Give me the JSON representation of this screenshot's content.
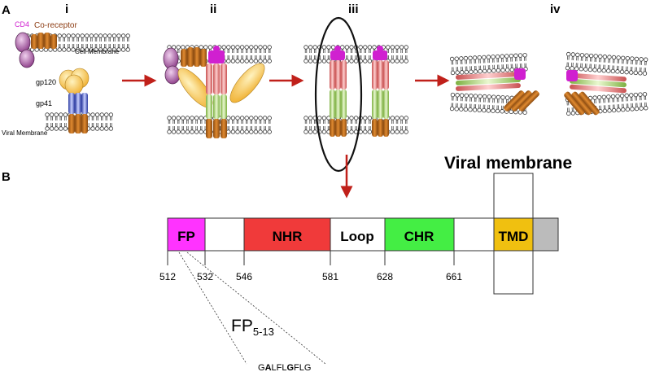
{
  "panel_a": {
    "label": "A",
    "steps": [
      "i",
      "ii",
      "iii",
      "iv"
    ],
    "labels": {
      "cd4": "CD4",
      "coreceptor": "Co-receptor",
      "cell_membrane": "Cell Membrane",
      "gp120": "gp120",
      "gp41": "gp41",
      "viral_membrane": "Viral Membrane"
    },
    "colors": {
      "cd4": "#9b4f96",
      "coreceptor": "#d2691e",
      "gp120": "#f5c542",
      "gp41_blue": "#4a63d8",
      "nhr_red": "#e8726e",
      "chr_green": "#a8d86e",
      "tmd_orange": "#c9741a",
      "fp_magenta": "#e020e0",
      "arrow": "#c0201a"
    }
  },
  "panel_b": {
    "label": "B",
    "viral_membrane_title": "Viral membrane",
    "domains": [
      {
        "name": "FP",
        "color": "#ff33ff"
      },
      {
        "name": "",
        "color": "#ffffff"
      },
      {
        "name": "NHR",
        "color": "#f03a3a"
      },
      {
        "name": "Loop",
        "color": "#ffffff"
      },
      {
        "name": "CHR",
        "color": "#44ee44"
      },
      {
        "name": "",
        "color": "#ffffff"
      },
      {
        "name": "TMD",
        "color": "#f0c010"
      },
      {
        "name": "",
        "color": "#bbbbbb"
      }
    ],
    "positions": [
      "512",
      "532",
      "546",
      "581",
      "628",
      "661"
    ],
    "fp_peptide_label": "FP",
    "fp_peptide_subscript": "5-13",
    "sequence": [
      "G",
      "A",
      "LFL",
      "G",
      "FLG"
    ]
  }
}
